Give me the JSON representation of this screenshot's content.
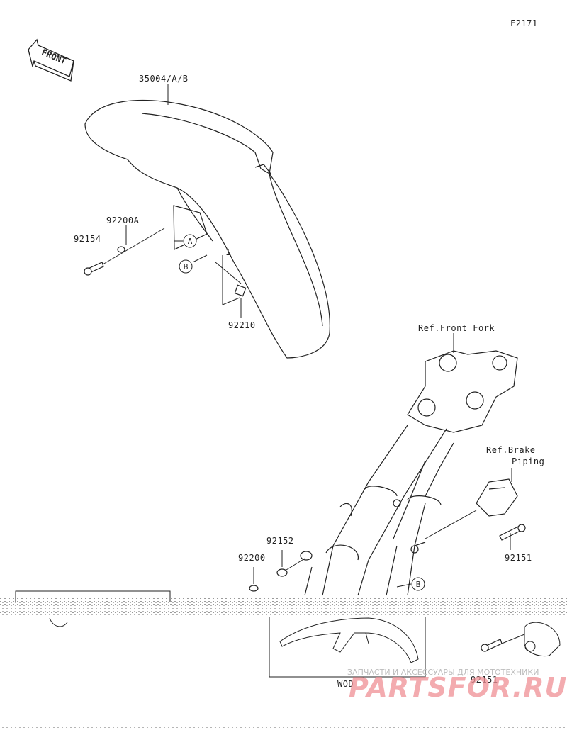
{
  "figure_id": "F2171",
  "front_label": "FRONT",
  "labels": {
    "fender": "35004/A/B",
    "p92200a": "92200A",
    "p92154": "92154",
    "p92210": "92210",
    "ref_fork": "Ref.Front Fork",
    "ref_brake_1": "Ref.Brake",
    "ref_brake_2": "Piping",
    "p92151_top": "92151",
    "p92152": "92152",
    "p92200": "92200",
    "p92151_bottom": "92151",
    "wod": "WOD",
    "callout_1": "1"
  },
  "callouts": {
    "a": "A",
    "b": "B",
    "b2": "B"
  },
  "watermark": {
    "line1": "ЗАПЧАСТИ И АКСЕССУАРЫ ДЛЯ МОТОТЕХНИКИ",
    "line2": "PARTSFOR.RU"
  },
  "colors": {
    "line": "#222222",
    "noise": "#9a9a9a",
    "watermark": "#ef8f95"
  }
}
